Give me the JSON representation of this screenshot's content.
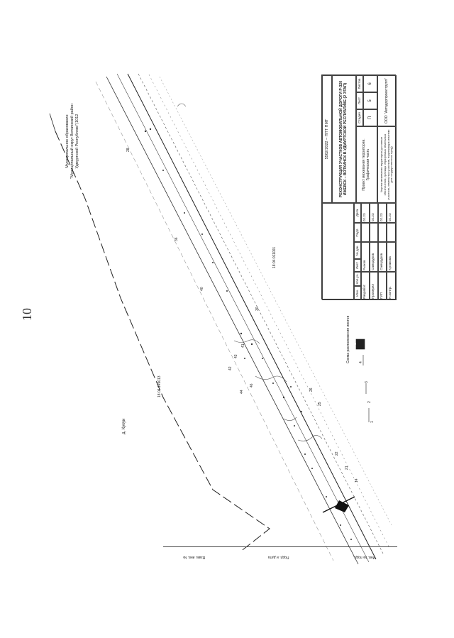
{
  "page_number": "10",
  "territory": {
    "line1": "Муниципальное образование",
    "line2": "\"Муниципальный округ Воткинский район",
    "line3": "Удмуртской Республики\"(1012"
  },
  "village": "д. Кукуи",
  "cadastral_1": "18:04:149013",
  "cadastral_2": "18:04:011001",
  "scheme_caption": "Схема расположения листов",
  "scheme_sheets": [
    "1",
    "2",
    "3",
    "4",
    "5"
  ],
  "station_labels": [
    "14",
    "21",
    "22",
    "25",
    "26",
    "28",
    "30",
    "36",
    "40",
    "41",
    "42",
    "43",
    "44",
    "46"
  ],
  "stamp": {
    "doc_code": "5562/2022 – ППТ ПМТ",
    "title": "РЕКОНСТРУКЦИЯ УЧАСТКОВ АВТОМОБИЛЬНОЙ ДОРОГИ Р-320 ИЖЕВСК – ВОТКИНСК В УДМУРТСКОЙ РЕСПУБЛИКЕ (2 ЭТАП)",
    "sheet_title": "Проект межевания территории. Графическая часть",
    "stage_head": "Стадия",
    "sheet_head": "Лист",
    "sheets_head": "Листов",
    "stage": "П",
    "sheet": "5",
    "sheets": "6",
    "legend": "Чертеж межевания территории (условные обозначения, границы образуемых земельных участков, земельных участков, подлежащих изъятию для государственных нужд)",
    "company": "ООО \"Автодорпроектгрупп\"",
    "head_cols": [
      "Изм.",
      "Кол.уч.",
      "Лист",
      "№ док.",
      "Подп.",
      "Дата"
    ],
    "roles": [
      "Разработ.",
      "Проверил",
      "ГИП",
      "Н.контр."
    ],
    "names": [
      "Рыжов",
      "Самодуров",
      "Самодуров",
      "Кулакова"
    ],
    "dates": [
      "02.23",
      "02.23",
      "02.23",
      "02.23"
    ]
  },
  "side_labels": [
    "Взам. инв. №",
    "Подп. и дата",
    "Инв. № подл."
  ]
}
